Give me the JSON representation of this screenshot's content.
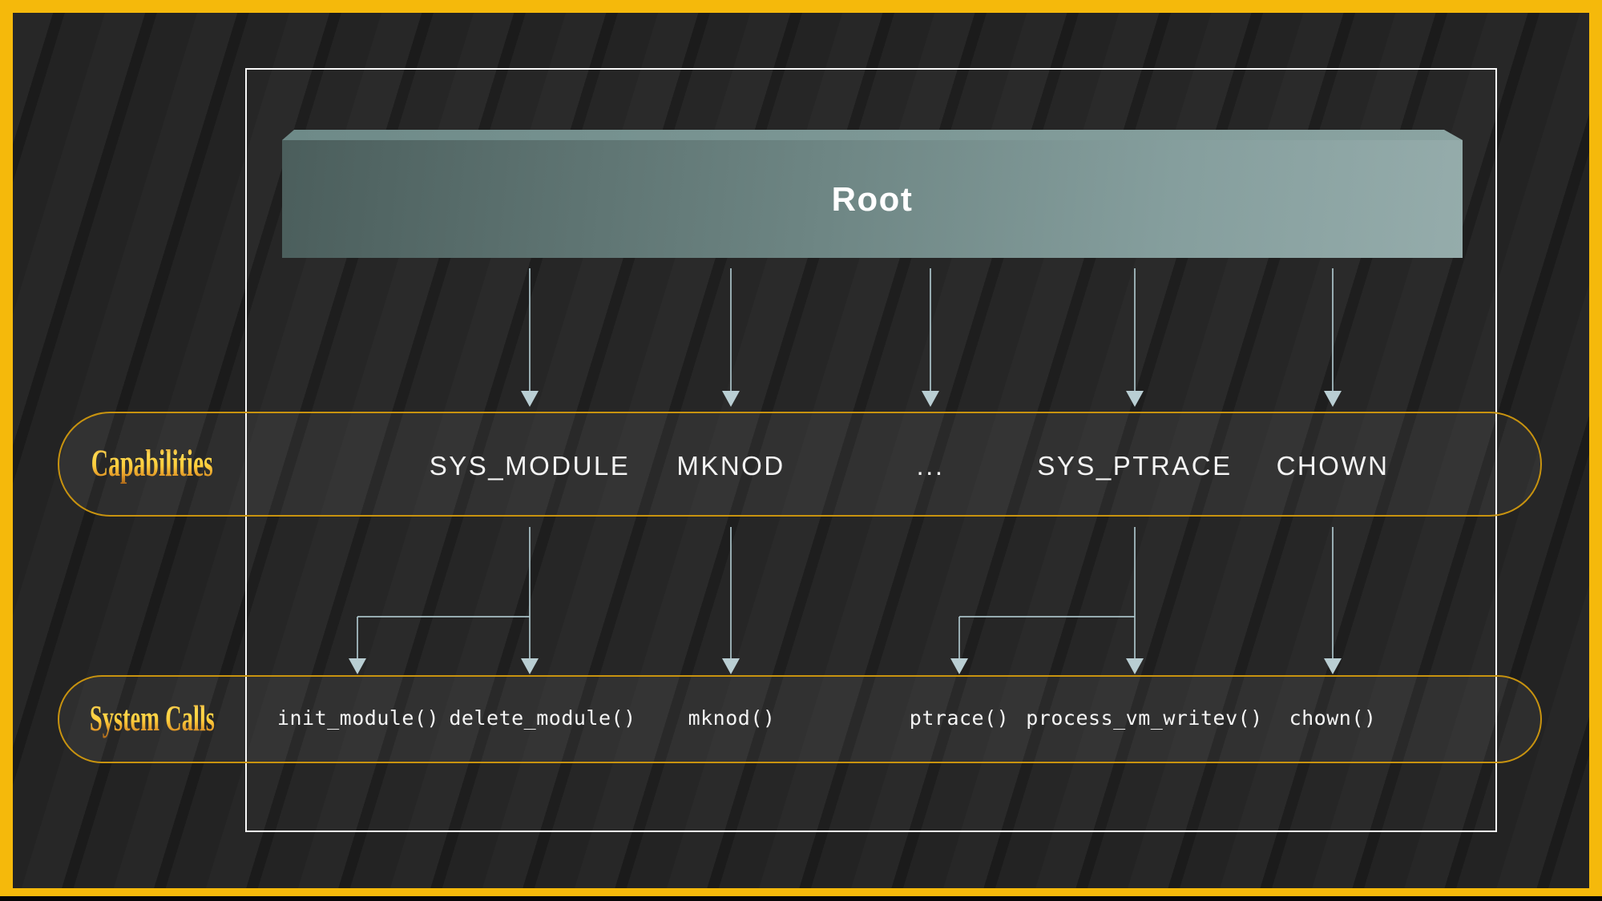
{
  "slide": {
    "root": {
      "label": "Root"
    },
    "rows": [
      {
        "label": "Capabilities",
        "items": [
          {
            "label": "SYS_MODULE"
          },
          {
            "label": "MKNOD"
          },
          {
            "label": "..."
          },
          {
            "label": "SYS_PTRACE"
          },
          {
            "label": "CHOWN"
          }
        ]
      },
      {
        "label": "System Calls",
        "items": [
          {
            "label": "init_module()"
          },
          {
            "label": "delete_module()"
          },
          {
            "label": "mknod()"
          },
          {
            "label": "ptrace()"
          },
          {
            "label": "process_vm_writev()"
          },
          {
            "label": "chown()"
          }
        ]
      }
    ],
    "edges": {
      "root_to_capabilities": [
        "SYS_MODULE",
        "MKNOD",
        "...",
        "SYS_PTRACE",
        "CHOWN"
      ],
      "capability_to_syscalls": {
        "SYS_MODULE": [
          "init_module()",
          "delete_module()"
        ],
        "MKNOD": [
          "mknod()"
        ],
        "SYS_PTRACE": [
          "ptrace()",
          "process_vm_writev()"
        ],
        "CHOWN": [
          "chown()"
        ]
      }
    }
  },
  "colors": {
    "frame_yellow": "#f5b90b",
    "pill_border_gold": "#c8930f",
    "label_gold_light": "#ffd84e",
    "label_gold_dark": "#a35f17",
    "root_bar_dark": "#4b5e5c",
    "root_bar_light": "#95acab",
    "arrow": "#b9ced3",
    "background": "#232323",
    "diagram_border": "#f8f8f8",
    "text": "#f4f4f4"
  }
}
